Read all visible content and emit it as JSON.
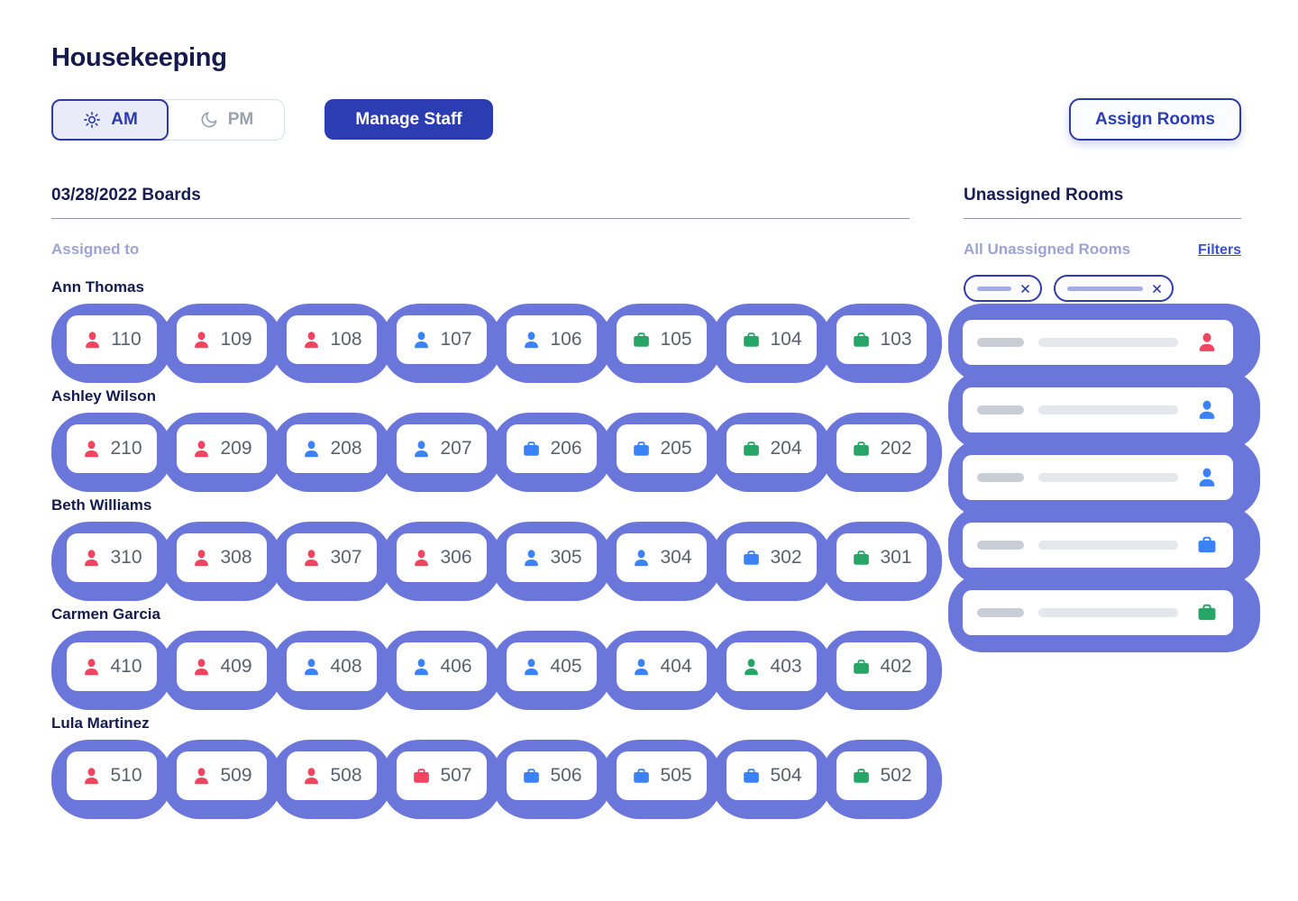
{
  "page": {
    "title": "Housekeeping"
  },
  "toolbar": {
    "shift_toggle": {
      "options": [
        {
          "label": "AM",
          "icon": "sun-icon",
          "selected": true
        },
        {
          "label": "PM",
          "icon": "moon-icon",
          "selected": false
        }
      ]
    },
    "manage_staff_label": "Manage Staff",
    "assign_rooms_label": "Assign Rooms"
  },
  "boards": {
    "title": "03/28/2022 Boards",
    "assigned_to_label": "Assigned to",
    "staff": [
      {
        "name": "Ann Thomas",
        "rooms": [
          {
            "number": "110",
            "icon": "person",
            "status_color": "red"
          },
          {
            "number": "109",
            "icon": "person",
            "status_color": "red"
          },
          {
            "number": "108",
            "icon": "person",
            "status_color": "red"
          },
          {
            "number": "107",
            "icon": "person",
            "status_color": "blue"
          },
          {
            "number": "106",
            "icon": "person",
            "status_color": "blue"
          },
          {
            "number": "105",
            "icon": "briefcase",
            "status_color": "green"
          },
          {
            "number": "104",
            "icon": "briefcase",
            "status_color": "green"
          },
          {
            "number": "103",
            "icon": "briefcase",
            "status_color": "green"
          }
        ]
      },
      {
        "name": "Ashley Wilson",
        "rooms": [
          {
            "number": "210",
            "icon": "person",
            "status_color": "red"
          },
          {
            "number": "209",
            "icon": "person",
            "status_color": "red"
          },
          {
            "number": "208",
            "icon": "person",
            "status_color": "blue"
          },
          {
            "number": "207",
            "icon": "person",
            "status_color": "blue"
          },
          {
            "number": "206",
            "icon": "briefcase",
            "status_color": "blue"
          },
          {
            "number": "205",
            "icon": "briefcase",
            "status_color": "blue"
          },
          {
            "number": "204",
            "icon": "briefcase",
            "status_color": "green"
          },
          {
            "number": "202",
            "icon": "briefcase",
            "status_color": "green"
          }
        ]
      },
      {
        "name": "Beth Williams",
        "rooms": [
          {
            "number": "310",
            "icon": "person",
            "status_color": "red"
          },
          {
            "number": "308",
            "icon": "person",
            "status_color": "red"
          },
          {
            "number": "307",
            "icon": "person",
            "status_color": "red"
          },
          {
            "number": "306",
            "icon": "person",
            "status_color": "red"
          },
          {
            "number": "305",
            "icon": "person",
            "status_color": "blue"
          },
          {
            "number": "304",
            "icon": "person",
            "status_color": "blue"
          },
          {
            "number": "302",
            "icon": "briefcase",
            "status_color": "blue"
          },
          {
            "number": "301",
            "icon": "briefcase",
            "status_color": "green"
          }
        ]
      },
      {
        "name": "Carmen Garcia",
        "rooms": [
          {
            "number": "410",
            "icon": "person",
            "status_color": "red"
          },
          {
            "number": "409",
            "icon": "person",
            "status_color": "red"
          },
          {
            "number": "408",
            "icon": "person",
            "status_color": "blue"
          },
          {
            "number": "406",
            "icon": "person",
            "status_color": "blue"
          },
          {
            "number": "405",
            "icon": "person",
            "status_color": "blue"
          },
          {
            "number": "404",
            "icon": "person",
            "status_color": "blue"
          },
          {
            "number": "403",
            "icon": "person",
            "status_color": "green"
          },
          {
            "number": "402",
            "icon": "briefcase",
            "status_color": "green"
          }
        ]
      },
      {
        "name": "Lula Martinez",
        "rooms": [
          {
            "number": "510",
            "icon": "person",
            "status_color": "red"
          },
          {
            "number": "509",
            "icon": "person",
            "status_color": "red"
          },
          {
            "number": "508",
            "icon": "person",
            "status_color": "red"
          },
          {
            "number": "507",
            "icon": "briefcase",
            "status_color": "red"
          },
          {
            "number": "506",
            "icon": "briefcase",
            "status_color": "blue"
          },
          {
            "number": "505",
            "icon": "briefcase",
            "status_color": "blue"
          },
          {
            "number": "504",
            "icon": "briefcase",
            "status_color": "blue"
          },
          {
            "number": "502",
            "icon": "briefcase",
            "status_color": "green"
          }
        ]
      }
    ]
  },
  "unassigned_panel": {
    "title": "Unassigned Rooms",
    "subtitle": "All Unassigned Rooms",
    "filters_label": "Filters",
    "filter_chips": [
      {
        "size": "narrow"
      },
      {
        "size": "wide"
      }
    ],
    "rooms": [
      {
        "icon": "person",
        "status_color": "red"
      },
      {
        "icon": "person",
        "status_color": "blue"
      },
      {
        "icon": "person",
        "status_color": "blue"
      },
      {
        "icon": "briefcase",
        "status_color": "blue"
      },
      {
        "icon": "briefcase",
        "status_color": "green"
      }
    ]
  },
  "colors": {
    "red": "#F04460",
    "blue": "#3B82F6",
    "green": "#26A566",
    "accent": "#2C3CB3",
    "blob": "#6B76DB"
  }
}
